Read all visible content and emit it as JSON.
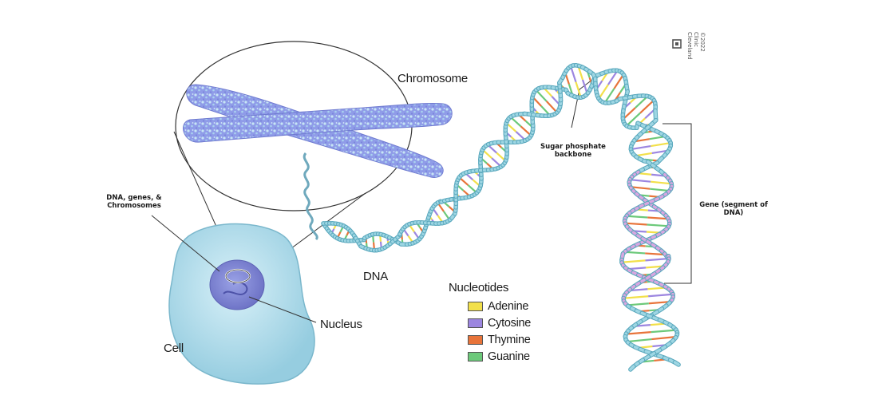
{
  "labels": {
    "chromosome": "Chromosome",
    "sugar_backbone": "Sugar phosphate backbone",
    "dna_genes": "DNA, genes, & Chromosomes",
    "gene": "Gene (segment of DNA)",
    "dna": "DNA",
    "cell": "Cell",
    "nucleus": "Nucleus"
  },
  "legend": {
    "title": "Nucleotides",
    "items": [
      {
        "name": "Adenine",
        "color": "#f2e04a"
      },
      {
        "name": "Cytosine",
        "color": "#9c86e0"
      },
      {
        "name": "Thymine",
        "color": "#e8743a"
      },
      {
        "name": "Guanine",
        "color": "#6cc97a"
      }
    ]
  },
  "credit": {
    "name": "Cleveland Clinic",
    "year": "©2022"
  },
  "colors": {
    "backbone": "#9ed6e3",
    "backbone_stroke": "#5aa8bd",
    "gene_backbone": "#d8a6e0",
    "chromosome": "#8f9ce8",
    "chromosome_texture": "#bfe0f2",
    "cell": "#bfe3f0",
    "nucleus": "#7f86d6"
  }
}
